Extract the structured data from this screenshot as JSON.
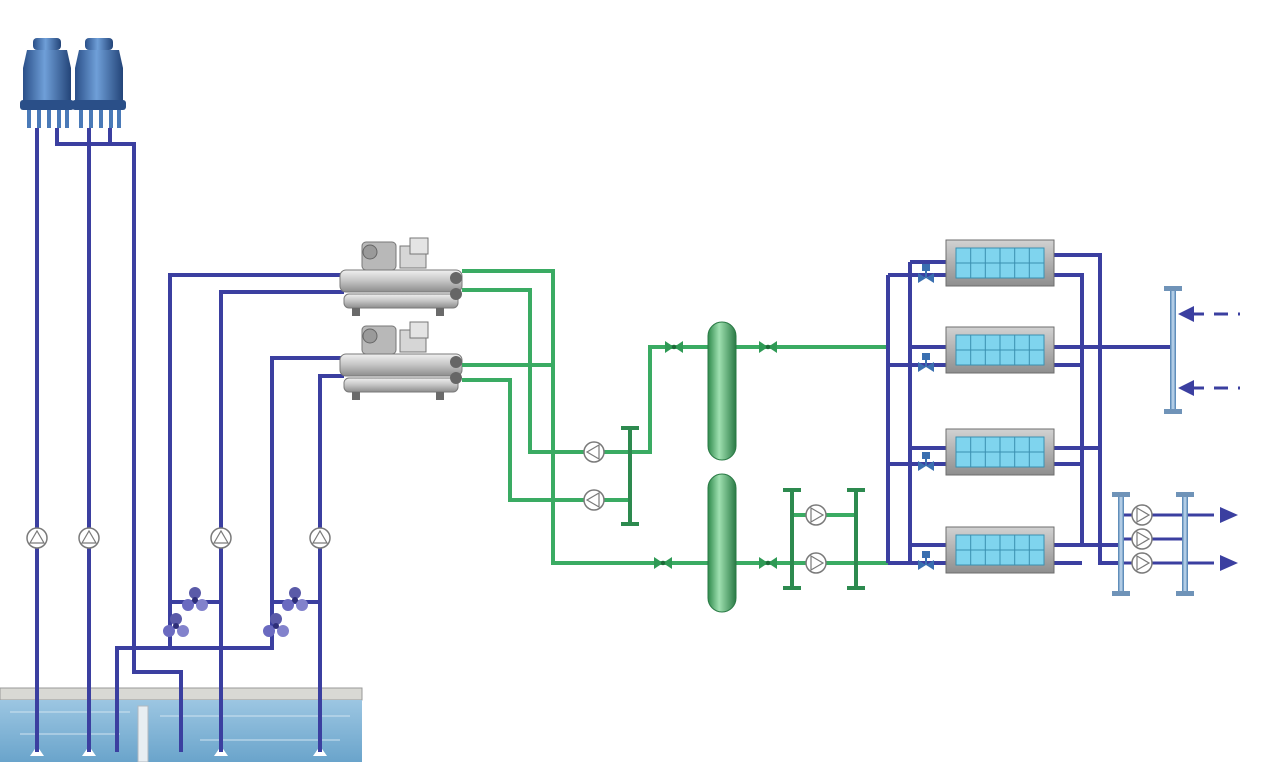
{
  "diagram": {
    "title": "",
    "colors": {
      "water_loop": "#3b3fa0",
      "glycol_loop": "#3aab63",
      "tank_water": "#7fb2d4",
      "tank_rim": "#d9d9d4",
      "cooling_tower": "#3b6fb0",
      "chiller_body": "#c8c8c8",
      "ahu_frame": "#a7a7a7",
      "ahu_coil": "#7fd4ee",
      "manifold_blue": "#6f93b8",
      "manifold_green": "#2d8a4f",
      "pump_outline": "#777777"
    },
    "components": {
      "cooling_towers": [
        "cooling-tower",
        "cooling-tower"
      ],
      "chillers": [
        "chiller",
        "chiller"
      ],
      "storage_vessels": [
        "vessel",
        "vessel"
      ],
      "air_handling_units": [
        "ahu",
        "ahu",
        "ahu",
        "ahu"
      ],
      "tank": "cold-water-tank"
    },
    "icons": [
      "pump-icon",
      "valve-icon",
      "fan-valve-icon",
      "arrow-right-icon",
      "arrow-left-icon"
    ],
    "labels": []
  }
}
